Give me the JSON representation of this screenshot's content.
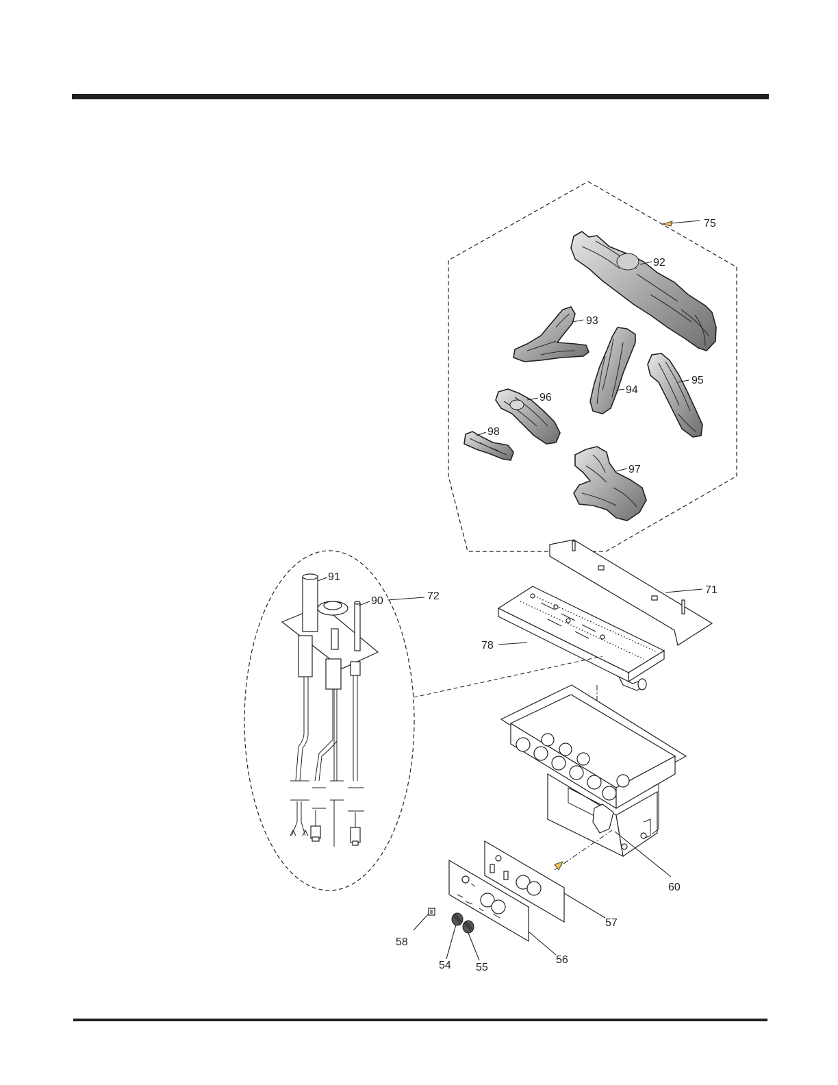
{
  "callouts": {
    "c54": "54",
    "c55": "55",
    "c56": "56",
    "c57": "57",
    "c58": "58",
    "c60": "60",
    "c71": "71",
    "c72": "72",
    "c75": "75",
    "c78": "78",
    "c90": "90",
    "c91": "91",
    "c92": "92",
    "c93": "93",
    "c94": "94",
    "c95": "95",
    "c96": "96",
    "c97": "97",
    "c98": "98"
  },
  "colors": {
    "rule": "#231f20",
    "arrow": "#f2c14e",
    "log_light": "#e6e6e6",
    "log_dark": "#6e6e6e"
  }
}
